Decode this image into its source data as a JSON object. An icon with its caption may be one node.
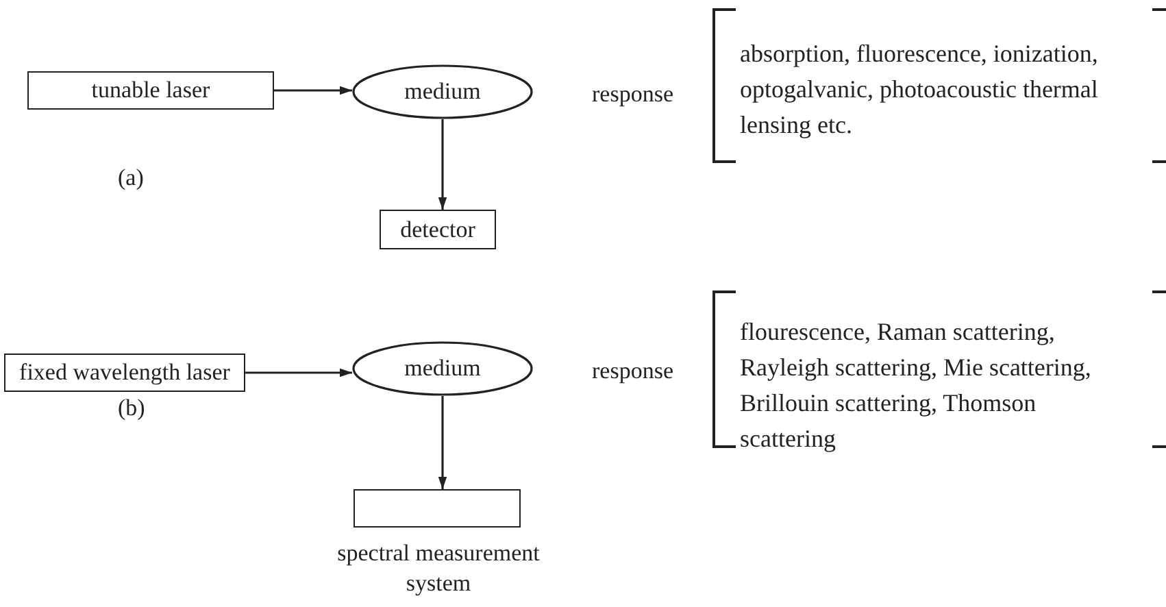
{
  "diagram": {
    "nodes": [
      {
        "text": [
          "tunable laser"
        ]
      },
      {
        "text": [
          "medium"
        ]
      },
      {
        "text": [
          "detector"
        ]
      },
      {
        "text": [
          "fixed wavelength laser"
        ]
      },
      {
        "text": [
          "medium"
        ]
      },
      {
        "text": [],
        "shape": "box",
        "beside": [
          "spectral measurement system"
        ]
      }
    ],
    "edges": [
      {
        "from": 0,
        "to": 1,
        "arrow": "to"
      },
      {
        "from": 1,
        "to": 2,
        "arrow": "to"
      },
      {
        "from": 3,
        "to": 4,
        "arrow": "to"
      },
      {
        "from": 4,
        "to": 5,
        "arrow": "to"
      }
    ],
    "labels": [
      "response",
      "absorption, fluorescence, ionization, optogalvanic, photoacoustic thermal lensing etc.",
      "(a)",
      "response",
      "flourescence, Raman scattering, Rayleigh scattering, Mie scattering, Brillouin scattering, Thomson scattering",
      "(b)"
    ]
  }
}
